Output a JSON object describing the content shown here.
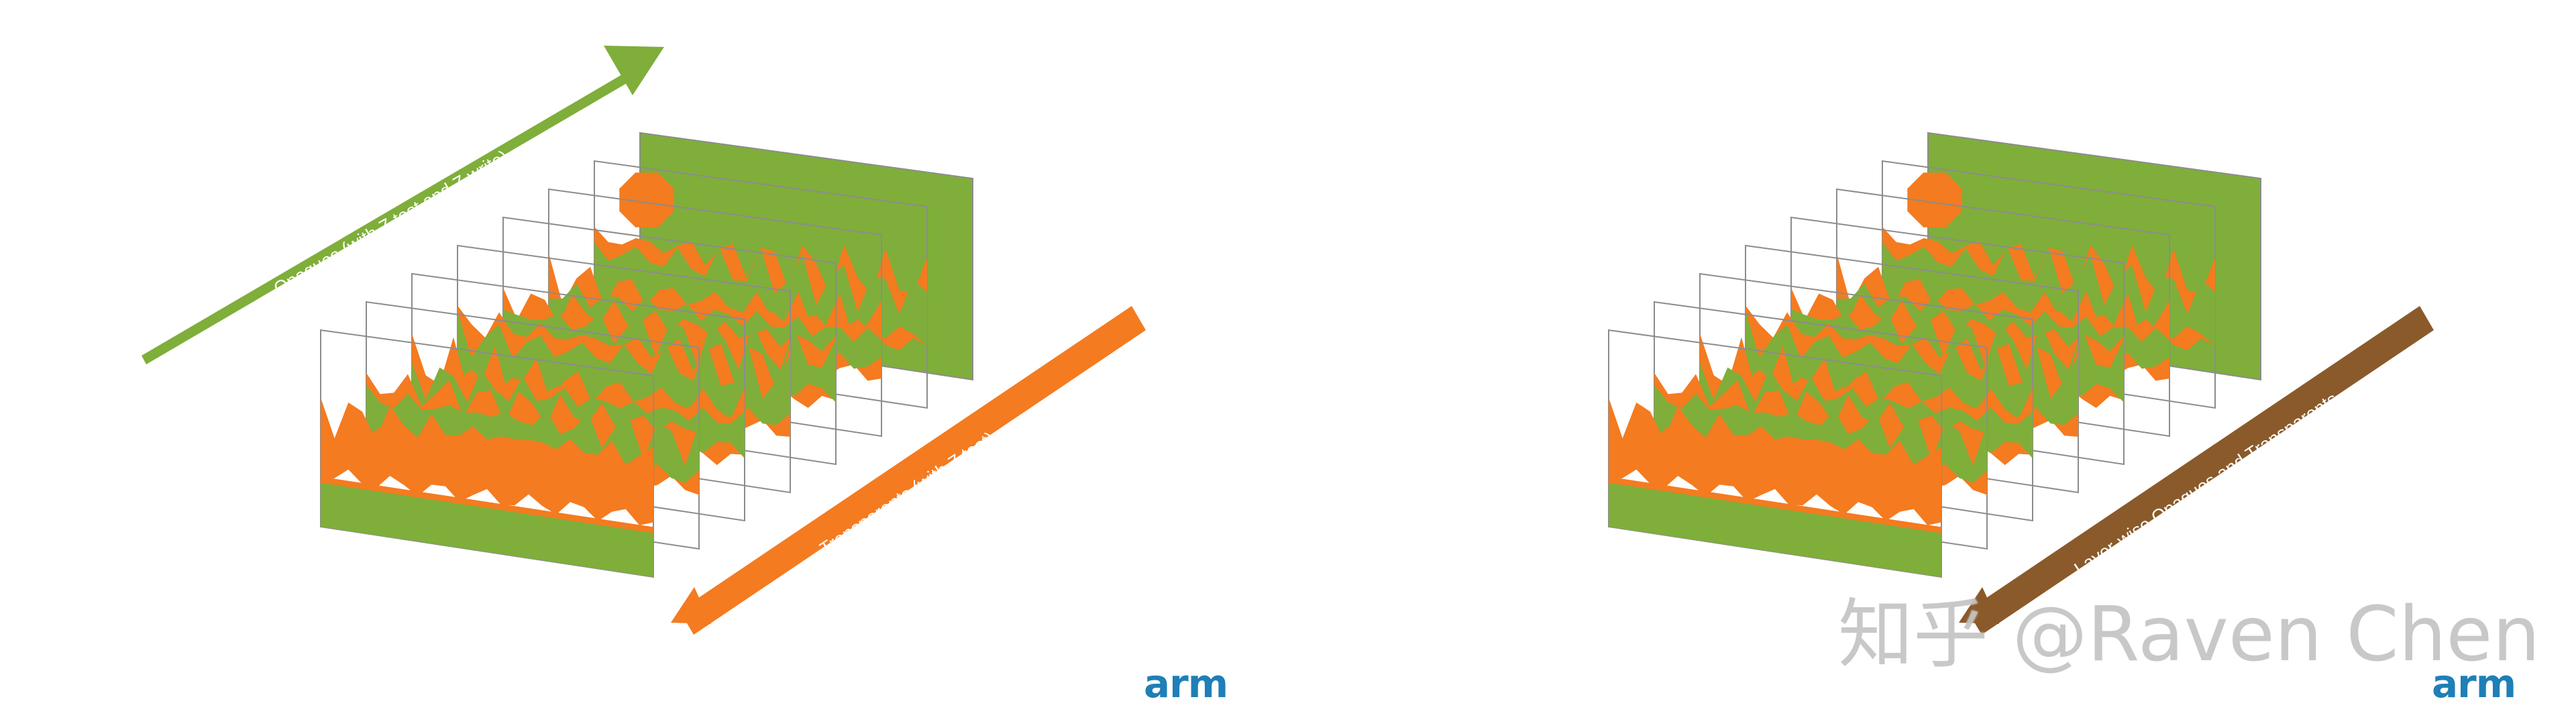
{
  "colors": {
    "green": "#7fae3a",
    "orange": "#f47b20",
    "brown": "#8a5a2b",
    "frame_stroke": "#8c8c8c",
    "arm_logo": "#1f7fb6"
  },
  "left_panel": {
    "opaque_arrow_label": "Opaques (with Z test and Z write)",
    "transparent_arrow_label": "Transparents (with  Z test)",
    "logo": "arm"
  },
  "right_panel": {
    "combined_arrow_label": "Layer-wise Opaques and Transparents",
    "logo": "arm"
  },
  "watermark": "知乎 @Raven Chen"
}
